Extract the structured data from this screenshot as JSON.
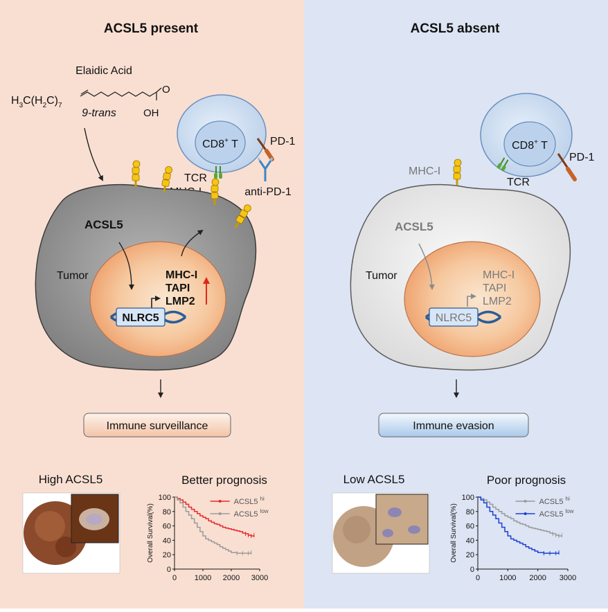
{
  "colors": {
    "left_bg": "#f9dfd2",
    "right_bg": "#dde4f3",
    "cell_dark": "#9b9b9b",
    "cell_light": "#f1f1f1",
    "nucleus": "#f3b889",
    "nucleus_inner": "#f8d8b8",
    "tcell": "#cfe0f3",
    "tcell_nucleus": "#b9d1ec",
    "mhc_yellow": "#f6c413",
    "tcr_green": "#5aa83a",
    "pd1_orange": "#c5632a",
    "antibody_blue": "#3a87c6",
    "arrow_red": "#e0261f",
    "red_series": "#e8282b",
    "blue_series": "#1b3fd6",
    "gray_series": "#9a9a9a"
  },
  "left": {
    "title": "ACSL5 present",
    "elaidic_title": "Elaidic Acid",
    "formula_main": "H",
    "formula_sub1": "3",
    "formula_mid": "C(H",
    "formula_sub2": "2",
    "formula_end": "C)",
    "formula_sub3": "7",
    "trans_label": "9-trans",
    "o_label": "O",
    "oh_label": "OH",
    "cd8_label": "CD8",
    "cd8_sup": "+",
    "cd8_t": " T",
    "pd1_label": "PD-1",
    "tcr_label": "TCR",
    "mhc_label": "MHC-I",
    "anti_pd1_label": "anti-PD-1",
    "acsl5_label": "ACSL5",
    "tumor_label": "Tumor",
    "gene1": "MHC-I",
    "gene2": "TAPI",
    "gene3": "LMP2",
    "nlrc5_label": "NLRC5",
    "outcome": "Immune surveillance",
    "ihc_title": "High ACSL5",
    "km_title": "Better prognosis"
  },
  "right": {
    "title": "ACSL5 absent",
    "cd8_label": "CD8",
    "cd8_sup": "+",
    "cd8_t": " T",
    "pd1_label": "PD-1",
    "tcr_label": "TCR",
    "mhc_label": "MHC-I",
    "acsl5_label": "ACSL5",
    "tumor_label": "Tumor",
    "gene1": "MHC-I",
    "gene2": "TAPI",
    "gene3": "LMP2",
    "nlrc5_label": "NLRC5",
    "outcome": "Immune evasion",
    "ihc_title": "Low ACSL5",
    "km_title": "Poor prognosis"
  },
  "chart_data": [
    {
      "type": "line",
      "title": "Better prognosis",
      "xlabel": "",
      "ylabel": "Overall Survival(%)",
      "xlim": [
        0,
        3000
      ],
      "ylim": [
        0,
        100
      ],
      "xticks": [
        "0",
        "1000",
        "2000",
        "3000"
      ],
      "yticks": [
        "0",
        "20",
        "40",
        "60",
        "80",
        "100"
      ],
      "highlight": "hi",
      "series": [
        {
          "name": "ACSL5",
          "sup": "hi",
          "color": "#e8282b",
          "x": [
            0,
            100,
            200,
            300,
            400,
            500,
            600,
            700,
            800,
            900,
            1000,
            1100,
            1200,
            1300,
            1400,
            1500,
            1600,
            1700,
            1800,
            1900,
            2000,
            2100,
            2200,
            2300,
            2400,
            2500,
            2600,
            2700,
            2800
          ],
          "y": [
            100,
            98,
            96,
            93,
            90,
            86,
            83,
            80,
            77,
            74,
            72,
            70,
            67,
            65,
            63,
            62,
            60,
            58,
            57,
            56,
            55,
            54,
            53,
            52,
            50,
            49,
            47,
            46,
            47
          ]
        },
        {
          "name": "ACSL5",
          "sup": "low",
          "color": "#9a9a9a",
          "x": [
            0,
            100,
            200,
            300,
            400,
            500,
            600,
            700,
            800,
            900,
            1000,
            1100,
            1200,
            1300,
            1400,
            1500,
            1600,
            1700,
            1800,
            1900,
            2000,
            2200,
            2400,
            2600,
            2700
          ],
          "y": [
            100,
            96,
            92,
            86,
            80,
            75,
            70,
            64,
            58,
            52,
            46,
            42,
            40,
            38,
            36,
            34,
            31,
            29,
            27,
            25,
            23,
            22,
            22,
            22,
            23
          ]
        }
      ]
    },
    {
      "type": "line",
      "title": "Poor prognosis",
      "xlabel": "",
      "ylabel": "Overall Survival(%)",
      "xlim": [
        0,
        3000
      ],
      "ylim": [
        0,
        100
      ],
      "xticks": [
        "0",
        "1000",
        "2000",
        "3000"
      ],
      "yticks": [
        "0",
        "20",
        "40",
        "60",
        "80",
        "100"
      ],
      "highlight": "low",
      "series": [
        {
          "name": "ACSL5",
          "sup": "hi",
          "color": "#9a9a9a",
          "x": [
            0,
            100,
            200,
            300,
            400,
            500,
            600,
            700,
            800,
            900,
            1000,
            1100,
            1200,
            1300,
            1400,
            1500,
            1600,
            1700,
            1800,
            1900,
            2000,
            2100,
            2200,
            2300,
            2400,
            2500,
            2600,
            2700,
            2800
          ],
          "y": [
            100,
            98,
            96,
            93,
            90,
            86,
            83,
            80,
            77,
            74,
            72,
            70,
            67,
            65,
            63,
            62,
            60,
            58,
            57,
            56,
            55,
            54,
            53,
            52,
            50,
            49,
            47,
            46,
            47
          ]
        },
        {
          "name": "ACSL5",
          "sup": "low",
          "color": "#1b3fd6",
          "x": [
            0,
            100,
            200,
            300,
            400,
            500,
            600,
            700,
            800,
            900,
            1000,
            1100,
            1200,
            1300,
            1400,
            1500,
            1600,
            1700,
            1800,
            1900,
            2000,
            2200,
            2400,
            2600,
            2700
          ],
          "y": [
            100,
            96,
            92,
            86,
            80,
            75,
            70,
            64,
            58,
            52,
            46,
            42,
            40,
            38,
            36,
            34,
            31,
            29,
            27,
            25,
            23,
            22,
            22,
            22,
            23
          ]
        }
      ]
    }
  ]
}
